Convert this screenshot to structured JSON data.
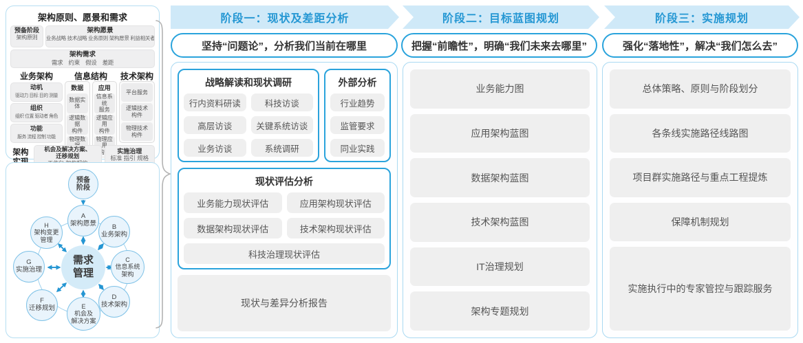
{
  "colors": {
    "band_bg": "#cfe9f8",
    "band_text": "#2597d3",
    "accent_blue": "#2aa3dc",
    "panel_border": "#a9d9f2",
    "chip_bg": "#efefef",
    "chip_text": "#555555",
    "node_fill": "#e9f4fc",
    "node_border": "#7fc2e7",
    "center_fill": "#d4ebf8",
    "arrow": "#2596d3",
    "brace": "#b3b3b3"
  },
  "framework_panel": {
    "title": "架构原则、愿景和需求",
    "prep_stage": {
      "title": "预备阶段",
      "sub": "架构原则"
    },
    "vision": {
      "title": "架构愿景",
      "sub": "业务战略 技术战略 业务原则 架构愿景 利益相关者"
    },
    "requirements": {
      "title": "架构需求",
      "sub": "需求　约束　假设　差距"
    },
    "business_arch": {
      "title": "业务架构",
      "blocks": [
        {
          "title": "动机",
          "sub": "驱动力 目标 目的 测量"
        },
        {
          "title": "组织",
          "sub": "组织 位置 驱动者 角色"
        },
        {
          "title": "功能",
          "sub": "服务 流程 控制 功能"
        }
      ]
    },
    "info_struct": {
      "title": "信息结构",
      "data_col": {
        "title": "数据",
        "items": [
          "数据实体",
          "逻辑数据\n构件",
          "物理数据\n构件"
        ]
      },
      "app_col": {
        "title": "应用",
        "items": [
          "信息系统\n服务",
          "逻辑应用\n构件",
          "物理应用\n构件"
        ]
      }
    },
    "tech_arch": {
      "title": "技术架构",
      "items": [
        "平台服务",
        "逻辑技术\n构件",
        "物理技术\n构件"
      ]
    },
    "realization": {
      "label": "架构\n实现",
      "opportunity": {
        "title": "机会及解决方案、\n迁移规划",
        "sub": "工作包 架构契约"
      },
      "governance": {
        "title": "实施治理",
        "sub": "标准 指引 规格"
      }
    }
  },
  "wheel": {
    "center": "需求\n管理",
    "nodes": [
      {
        "label": "预备\n阶段"
      },
      {
        "label": "A\n架构愿景"
      },
      {
        "label": "B\n业务架构"
      },
      {
        "label": "C\n信息系统\n架构"
      },
      {
        "label": "D\n技术架构"
      },
      {
        "label": "E\n机会及\n解决方案"
      },
      {
        "label": "F\n迁移规划"
      },
      {
        "label": "G\n实施治理"
      },
      {
        "label": "H\n架构变更\n管理"
      }
    ]
  },
  "phases": [
    {
      "header": "阶段一：现状及差距分析",
      "slogan": "坚持“问题论”，分析我们当前在哪里",
      "strategy_group": {
        "title": "战略解读和现状调研",
        "items": [
          "行内资料研读",
          "科技访谈",
          "高层访谈",
          "关键系统访谈",
          "业务访谈",
          "系统调研"
        ]
      },
      "external_group": {
        "title": "外部分析",
        "items": [
          "行业趋势",
          "监管要求",
          "同业实践"
        ]
      },
      "assessment_group": {
        "title": "现状评估分析",
        "items": [
          "业务能力现状评估",
          "应用架构现状评估",
          "数据架构现状评估",
          "技术架构现状评估",
          "科技治理现状评估"
        ]
      },
      "report": "现状与差异分析报告"
    },
    {
      "header": "阶段二：目标蓝图规划",
      "slogan": "把握“前瞻性”，明确“我们未来去哪里”",
      "items": [
        "业务能力图",
        "应用架构蓝图",
        "数据架构蓝图",
        "技术架构蓝图",
        "IT治理规划",
        "架构专题规划"
      ]
    },
    {
      "header": "阶段三：实施规划",
      "slogan": "强化“落地性”，解决“我们怎么去”",
      "items": [
        "总体策略、原则与阶段划分",
        "各条线实施路径线路图",
        "项目群实施路径与重点工程提炼",
        "保障机制规划",
        "实施执行中的专家管控与跟踪服务"
      ]
    }
  ]
}
